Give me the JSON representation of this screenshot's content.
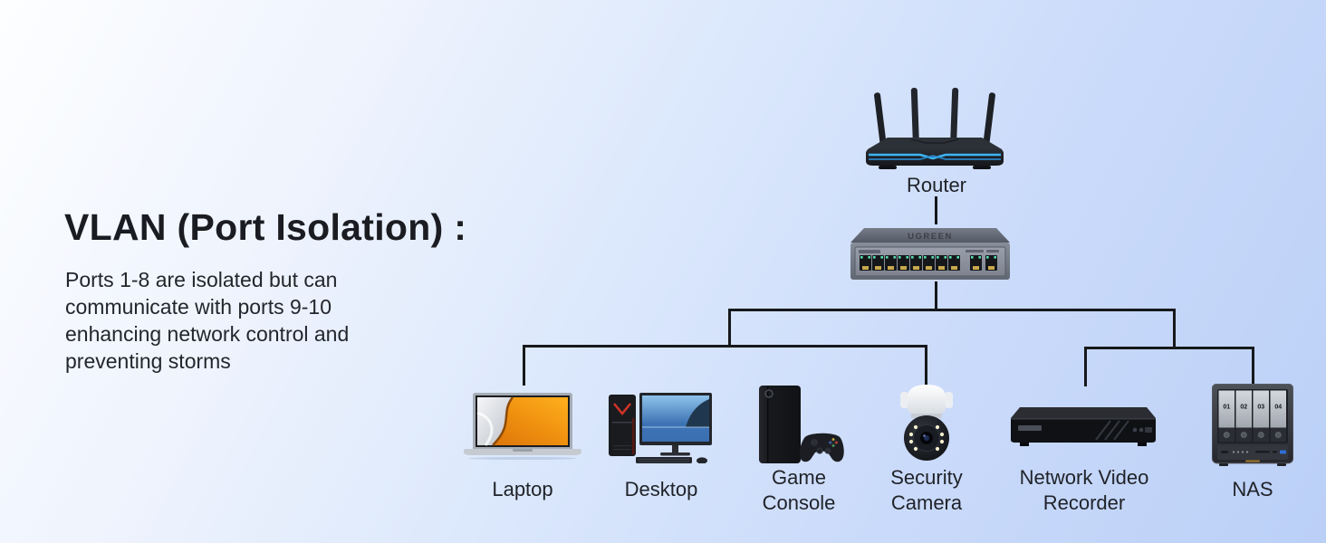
{
  "info": {
    "title": "VLAN (Port Isolation) :",
    "description": "Ports 1-8 are isolated but can\ncommunicate with ports 9-10\nenhancing network control and\npreventing storms"
  },
  "topology": {
    "router_label": "Router",
    "switch": {
      "brand": "UGREEN",
      "port_count": 10
    },
    "devices": [
      {
        "id": "laptop",
        "label": "Laptop"
      },
      {
        "id": "desktop",
        "label": "Desktop"
      },
      {
        "id": "game-console",
        "label": "Game\nConsole"
      },
      {
        "id": "security-camera",
        "label": "Security\nCamera"
      },
      {
        "id": "nvr",
        "label": "Network Video\nRecorder"
      },
      {
        "id": "nas",
        "label": "NAS"
      }
    ],
    "nas_bays": [
      "01",
      "02",
      "03",
      "04"
    ]
  },
  "colors": {
    "background_top_left": "#fdfeff",
    "background_bottom_right": "#bbd0f7",
    "connector_line": "#16181b",
    "text": "#202329",
    "router_led": "#3db4f2"
  }
}
